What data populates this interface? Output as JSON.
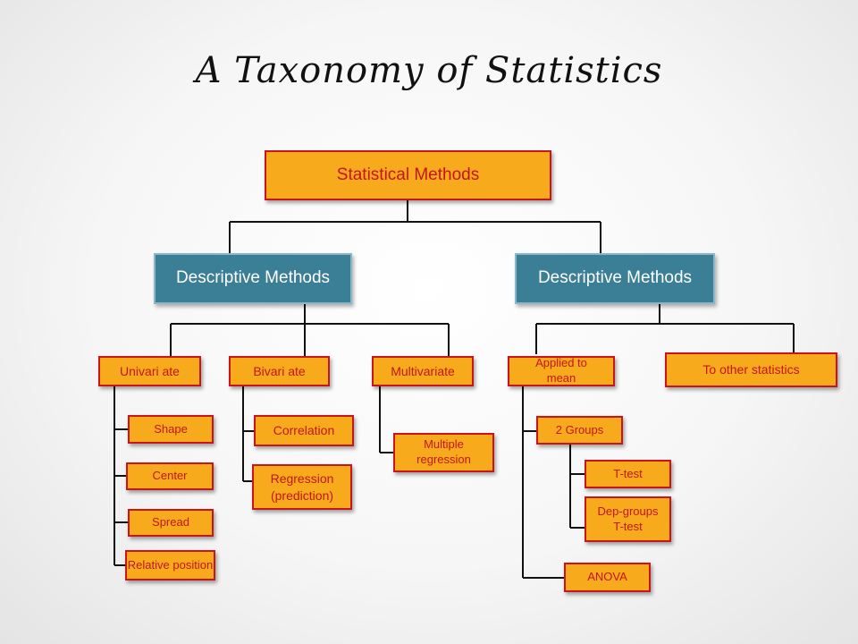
{
  "title": "A Taxonomy of Statistics",
  "root": "Statistical Methods",
  "branches": {
    "left": {
      "label": "Descriptive Methods",
      "univariate": {
        "label": "Univari ate",
        "items": [
          "Shape",
          "Center",
          "Spread",
          "Relative position"
        ]
      },
      "bivariate": {
        "label": "Bivari ate",
        "items": [
          "Correlation",
          "Regression (prediction)"
        ]
      },
      "multivariate": {
        "label": "Multivariate",
        "items": [
          "Multiple regression"
        ]
      }
    },
    "right": {
      "label": "Descriptive Methods",
      "applied_to_mean": {
        "label": "Applied to mean",
        "two_groups": {
          "label": "2 Groups",
          "items": [
            "T-test",
            "Dep-groups T-test"
          ]
        },
        "anova": "ANOVA"
      },
      "other": "To other statistics"
    }
  },
  "colors": {
    "orange_fill": "#f7ab1c",
    "red_border": "#c9141b",
    "teal_fill": "#3b7f96",
    "teal_border": "#8ab6c8",
    "connector": "#111111"
  }
}
